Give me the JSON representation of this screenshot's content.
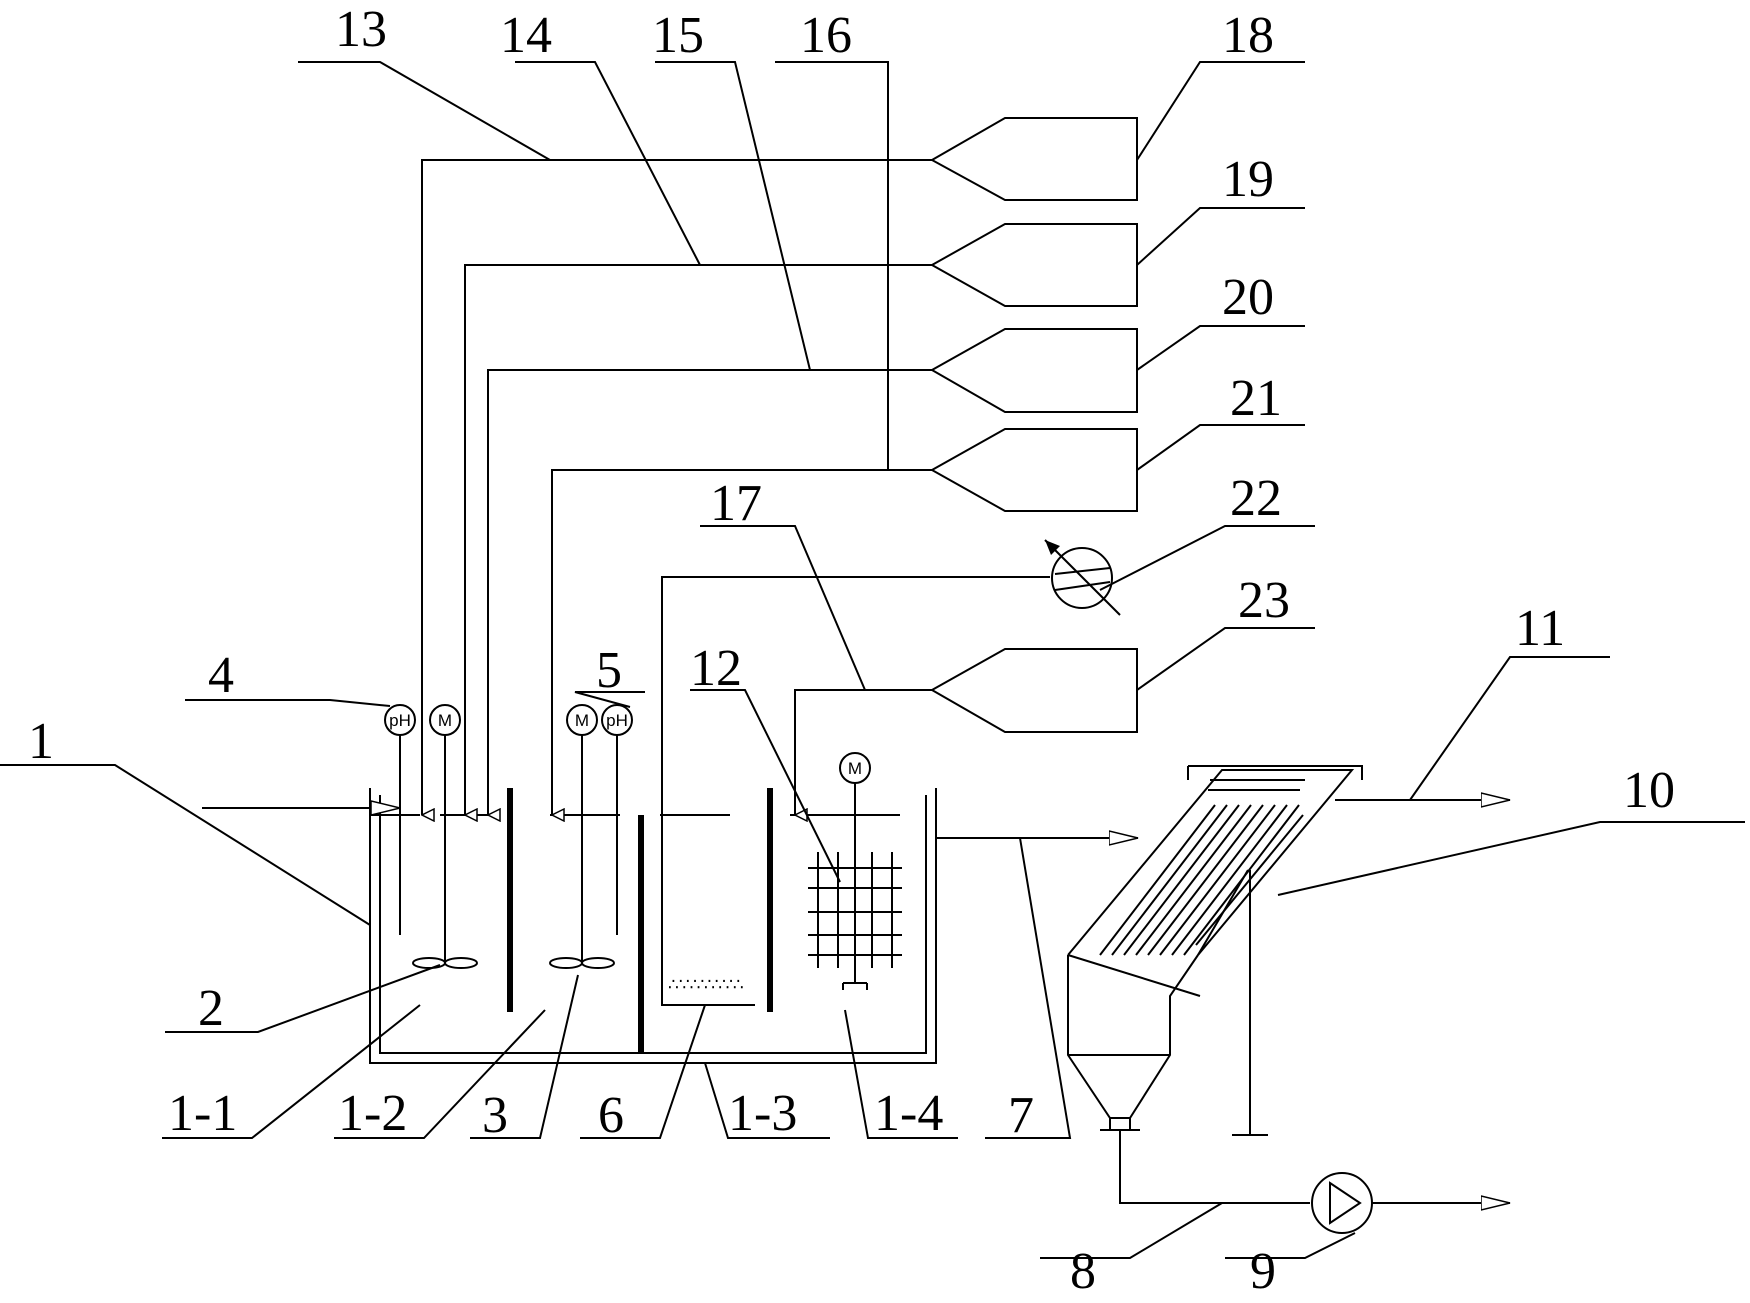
{
  "labels": {
    "l1": "1",
    "l1_1": "1-1",
    "l1_2": "1-2",
    "l1_3": "1-3",
    "l1_4": "1-4",
    "l2": "2",
    "l3": "3",
    "l4": "4",
    "l5": "5",
    "l6": "6",
    "l7": "7",
    "l8": "8",
    "l9": "9",
    "l10": "10",
    "l11": "11",
    "l12": "12",
    "l13": "13",
    "l14": "14",
    "l15": "15",
    "l16": "16",
    "l17": "17",
    "l18": "18",
    "l19": "19",
    "l20": "20",
    "l21": "21",
    "l22": "22",
    "l23": "23"
  },
  "symbols": {
    "ph": "pH",
    "motor": "M"
  }
}
